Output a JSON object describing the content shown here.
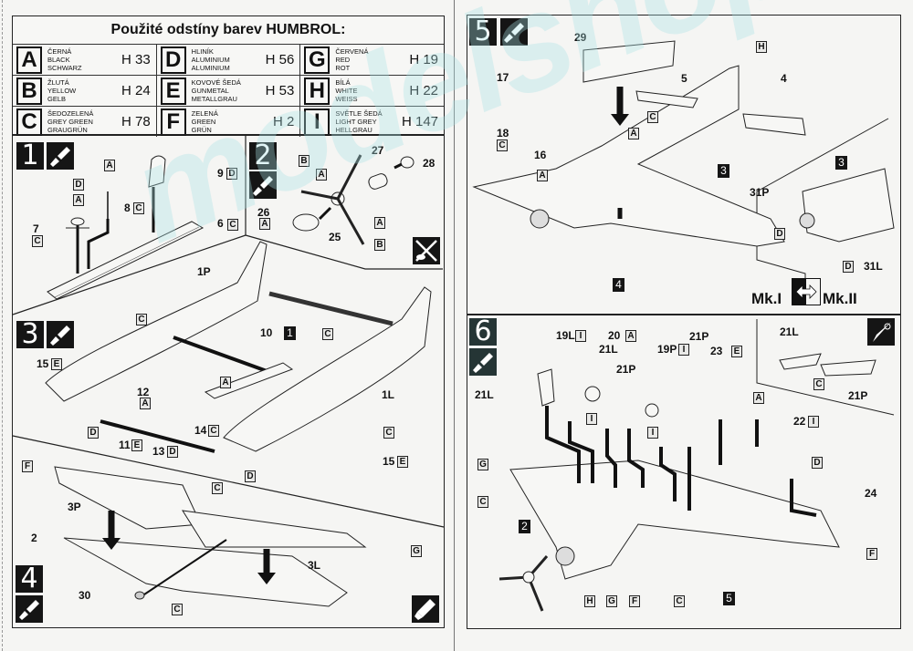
{
  "color_table": {
    "title": "Použité odstíny barev HUMBROL:",
    "rows": [
      [
        {
          "letter": "A",
          "cz": "ČERNÁ",
          "en": "BLACK",
          "de": "SCHWARZ",
          "code": "H 33"
        },
        {
          "letter": "D",
          "cz": "HLINÍK",
          "en": "ALUMINIUM",
          "de": "ALUMINIUM",
          "code": "H 56"
        },
        {
          "letter": "G",
          "cz": "ČERVENÁ",
          "en": "RED",
          "de": "ROT",
          "code": "H 19"
        }
      ],
      [
        {
          "letter": "B",
          "cz": "ŽLUTÁ",
          "en": "YELLOW",
          "de": "GELB",
          "code": "H 24"
        },
        {
          "letter": "E",
          "cz": "KOVOVÉ ŠEDÁ",
          "en": "GUNMETAL",
          "de": "METALLGRAU",
          "code": "H 53"
        },
        {
          "letter": "H",
          "cz": "BÍLÁ",
          "en": "WHITE",
          "de": "WEIß",
          "code": "H 22"
        }
      ],
      [
        {
          "letter": "C",
          "cz": "ŠEDOZELENÁ",
          "en": "GREY GREEN",
          "de": "GRAUGRÜN",
          "code": "H 78"
        },
        {
          "letter": "F",
          "cz": "ZELENÁ",
          "en": "GREEN",
          "de": "GRÜN",
          "code": "H 2"
        },
        {
          "letter": "I",
          "cz": "SVĚTLE ŠEDÁ",
          "en": "LIGHT GREY",
          "de": "HELLGRAU",
          "code": "H 147"
        }
      ]
    ]
  },
  "steps": {
    "s1": {
      "num": "1",
      "icon": "paint-brush-icon"
    },
    "s2": {
      "num": "2",
      "icons": [
        "paint-brush-icon",
        "cut-icon"
      ]
    },
    "s3": {
      "num": "3",
      "icon": "paint-brush-icon"
    },
    "s4": {
      "num": "4",
      "icons": [
        "paint-brush-icon",
        "glue-tube-icon"
      ]
    },
    "s5": {
      "num": "5",
      "icon": "paint-brush-icon"
    },
    "s6": {
      "num": "6",
      "icons": [
        "paint-brush-icon",
        "knife-icon"
      ]
    }
  },
  "labels": {
    "s1": {
      "p7": "7",
      "p7c": "C",
      "pD": "D",
      "pA1": "A",
      "pA2": "A",
      "p8": "8",
      "p8c": "C",
      "p9": "9",
      "p9c": "D",
      "p6": "6",
      "p6c": "C"
    },
    "s2": {
      "pB1": "B",
      "pA1": "A",
      "p27": "27",
      "p28": "28",
      "p26": "26",
      "p26c": "A",
      "p25": "25",
      "pA2": "A",
      "pB2": "B"
    },
    "s3": {
      "p1P": "1P",
      "pC1": "C",
      "p10": "10",
      "ref1": "1",
      "pC2": "C",
      "p15a": "15",
      "p15ac": "E",
      "p12": "12",
      "p12c": "A",
      "pA": "A",
      "p1L": "1L",
      "p14": "14",
      "p14c": "C",
      "p11": "11",
      "p11c": "E",
      "p13": "13",
      "p13c": "D",
      "pD1": "D",
      "pC3": "C",
      "p15b": "15",
      "p15bc": "E",
      "pD2": "D"
    },
    "s4": {
      "pF": "F",
      "p3P": "3P",
      "pC1": "C",
      "p2": "2",
      "pG": "G",
      "p3L": "3L",
      "p30": "30",
      "pC2": "C"
    },
    "s5": {
      "p29": "29",
      "p17": "17",
      "pH": "H",
      "p5": "5",
      "p4": "4",
      "pC": "C",
      "p18": "18",
      "p18c": "C",
      "pA1": "A",
      "p16": "16",
      "pA2": "A",
      "ref3": "3",
      "ref4": "4",
      "ref3b": "3",
      "p31P": "31P",
      "pD1": "D",
      "pD2": "D",
      "p31L": "31L",
      "mk1": "Mk.I",
      "mk2": "Mk.II"
    },
    "s6": {
      "p19L": "19L",
      "p19Lc": "I",
      "p20": "20",
      "p20c": "A",
      "p21L_a": "21L",
      "p21P_a": "21P",
      "p19P": "19P",
      "p19Pc": "I",
      "p21P_b": "21P",
      "p23": "23",
      "p23c": "E",
      "p21L_b": "21L",
      "pI1": "I",
      "pI2": "I",
      "pA": "A",
      "p22": "22",
      "p22c": "I",
      "pG1": "G",
      "pC1": "C",
      "pD": "D",
      "p24": "24",
      "ref2": "2",
      "pH": "H",
      "pG2": "G",
      "pF1": "F",
      "pC2": "C",
      "ref5": "5",
      "pF2": "F",
      "inset21L": "21L",
      "inset21P": "21P",
      "insetC": "C"
    }
  },
  "watermark": "modelshop",
  "colors": {
    "ink": "#151515",
    "paper": "#f5f5f3",
    "watermark": "#aae1e6"
  }
}
